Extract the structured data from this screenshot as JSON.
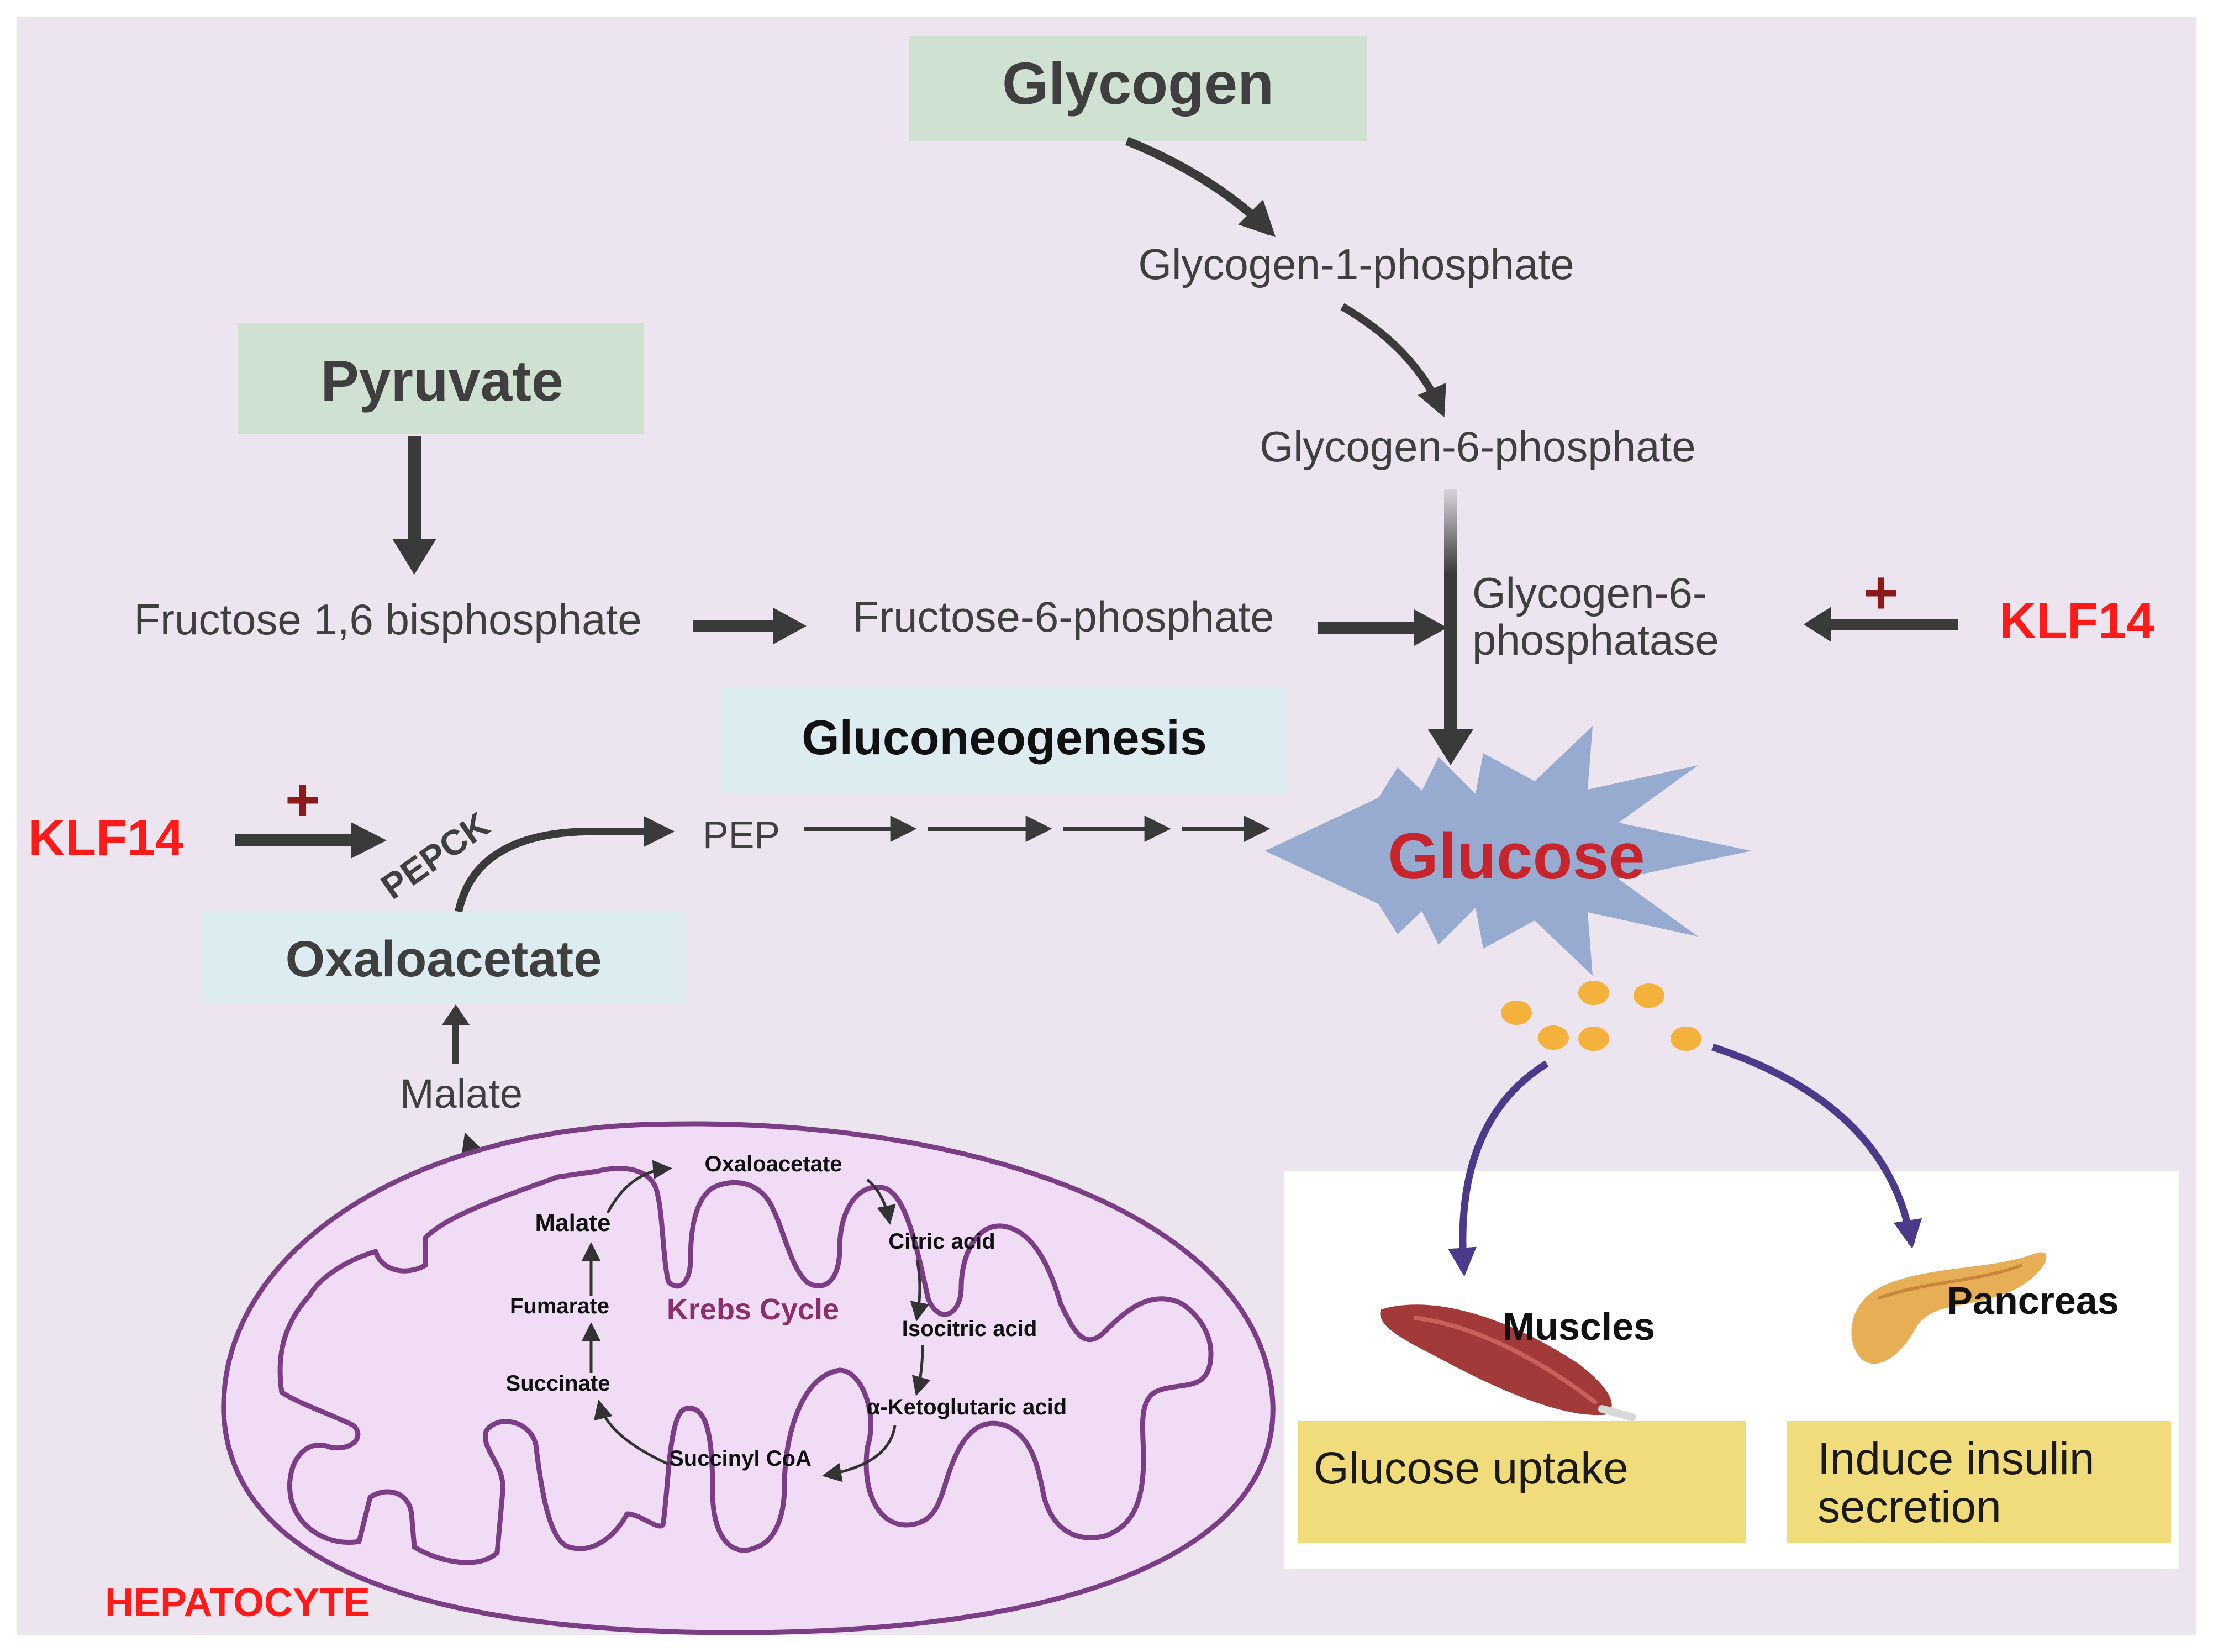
{
  "sources": {
    "glycogen": "Glycogen",
    "pyruvate": "Pyruvate"
  },
  "intermediates": {
    "g1p": "Glycogen-1-phosphate",
    "g6p": "Glycogen-6-phosphate",
    "g6pase_line1": "Glycogen-6-",
    "g6pase_line2": "phosphatase",
    "fbp": "Fructose 1,6 bisphosphate",
    "f6p": "Fructose-6-phosphate",
    "pep": "PEP",
    "pepck": "PEPCK",
    "oxaloacetate": "Oxaloacetate",
    "malate": "Malate"
  },
  "process_label": "Gluconeogenesis",
  "product": "Glucose",
  "regulators": {
    "klf14_right": "KLF14",
    "klf14_left": "KLF14",
    "plus_sign": "+"
  },
  "krebs": {
    "title": "Krebs Cycle",
    "oxaloacetate": "Oxaloacetate",
    "citric": "Citric acid",
    "isocitric": "Isocitric acid",
    "aketo": "α-Ketoglutaric acid",
    "succinyl": "Succinyl CoA",
    "succinate": "Succinate",
    "fumarate": "Fumarate",
    "malate": "Malate"
  },
  "targets": {
    "muscles": "Muscles",
    "pancreas": "Pancreas",
    "uptake": "Glucose uptake",
    "insulin_line1": "Induce insulin",
    "insulin_line2": "secretion"
  },
  "cell_label": "HEPATOCYTE",
  "colors": {
    "background": "#ece5f0",
    "green_box": "#cfe2d2",
    "blue_box": "#dcecf1",
    "glucose_star": "#97abd1",
    "red_text": "#ff1a1a",
    "dark_red": "#8b1a1a",
    "mito_fill": "#f0dcf5",
    "mito_stroke": "#7b3e86",
    "yellow_box": "#f0dc7a",
    "dot": "#f4b23d",
    "purple_arrow": "#4b3a8c",
    "text_gray": "#3a3a3a"
  }
}
